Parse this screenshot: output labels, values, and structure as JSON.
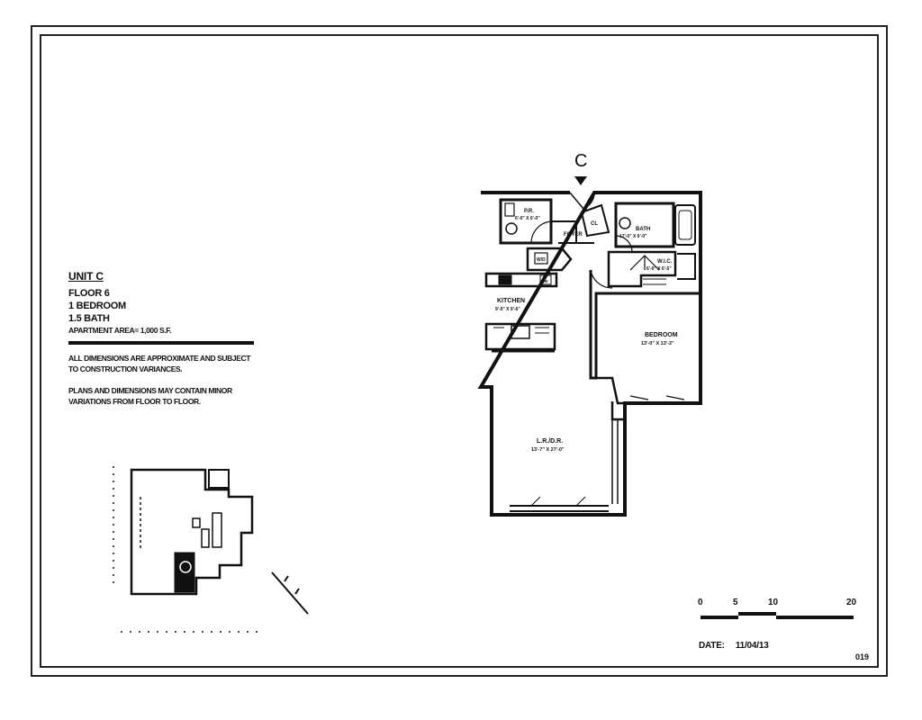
{
  "info": {
    "unit": "UNIT C",
    "floor": "FLOOR 6",
    "bedrooms": "1 BEDROOM",
    "baths": "1.5 BATH",
    "area": "APARTMENT AREA= 1,000 S.F.",
    "note1": "ALL DIMENSIONS ARE APPROXIMATE AND SUBJECT TO CONSTRUCTION VARIANCES.",
    "note2": "PLANS AND DIMENSIONS MAY CONTAIN MINOR VARIATIONS FROM FLOOR TO FLOOR."
  },
  "marker": "C",
  "rooms": {
    "half_bath_name": "P.R.",
    "half_bath_dim": "6'-0\" X 6'-0\"",
    "foyer": "FOYER",
    "closet": "CL",
    "wd": "W/D",
    "bath_name": "BATH",
    "bath_dim": "12'-0\" X 6'-0\"",
    "wic_name": "W.I.C.",
    "wic_dim": "6'-0\" X 6'-5\"",
    "kitchen_name": "KITCHEN",
    "kitchen_dim": "9'-0\" X 9'-6\"",
    "dw": "DW",
    "bedroom_name": "BEDROOM",
    "bedroom_dim": "13'-0\" X 13'-3\"",
    "living_name": "L.R./D.R.",
    "living_dim": "13'-7\" X 27'-0\""
  },
  "scale": {
    "ticks": [
      "0",
      "5",
      "10",
      "20"
    ]
  },
  "date_label": "DATE:",
  "date_value": "11/04/13",
  "page_number": "019"
}
